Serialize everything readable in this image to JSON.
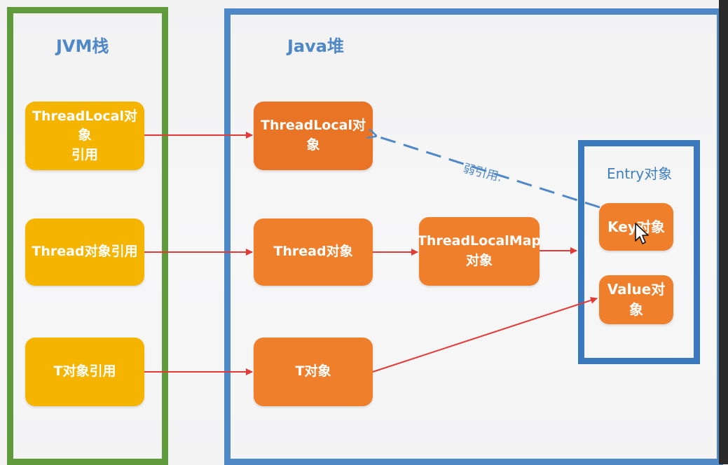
{
  "frames": {
    "jvm_stack": "JVM栈",
    "java_heap": "Java堆",
    "entry": "Entry对象"
  },
  "stack": {
    "threadlocal_ref": [
      "ThreadLocal对象",
      "引用"
    ],
    "thread_ref": "Thread对象引用",
    "t_ref": "T对象引用"
  },
  "heap": {
    "threadlocal_obj": "ThreadLocal对象",
    "thread_obj": "Thread对象",
    "map_obj": [
      "ThreadLocalMap",
      "对象"
    ],
    "t_obj": "T对象"
  },
  "entry": {
    "key": "Key对象",
    "value": [
      "Value对",
      "象"
    ]
  },
  "edges": {
    "weak_ref_label": "弱引用."
  },
  "colors": {
    "stack_frame": "#5f9a3c",
    "heap_frame": "#4f88c6",
    "stack_box": "#f5b400",
    "heap_box": "#f07f2c",
    "strong_arrow": "#e53935",
    "weak_arrow": "#4f88c6"
  }
}
